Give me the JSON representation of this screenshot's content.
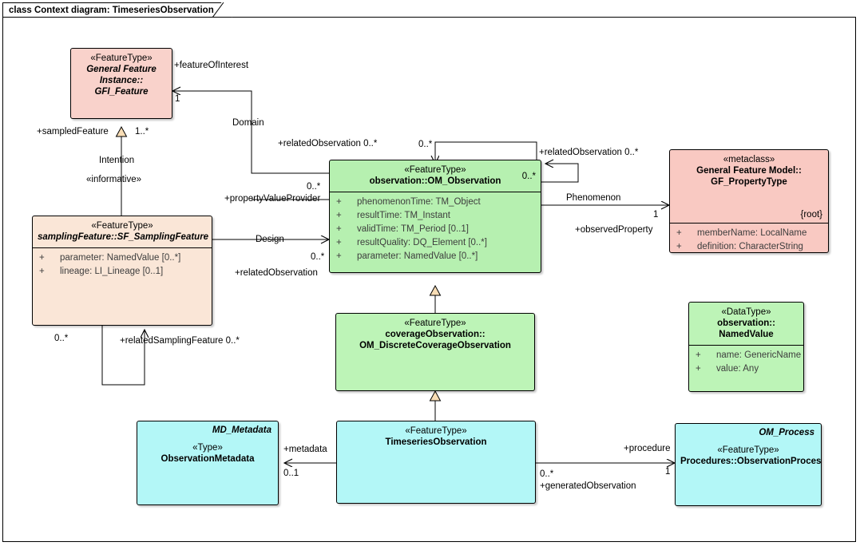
{
  "frame": {
    "title": "class Context diagram: TimeseriesObservation"
  },
  "classes": {
    "gfi_feature": {
      "stereotype": "«FeatureType»",
      "name_line1": "General Feature",
      "name_line2": "Instance::",
      "name_line3": "GFI_Feature"
    },
    "sampling_feature": {
      "stereotype": "«FeatureType»",
      "name": "samplingFeature::SF_SamplingFeature",
      "attributes": [
        {
          "visibility": "+",
          "text": "parameter: NamedValue [0..*]"
        },
        {
          "visibility": "+",
          "text": "lineage: LI_Lineage [0..1]"
        }
      ]
    },
    "om_observation": {
      "stereotype": "«FeatureType»",
      "name": "observation::OM_Observation",
      "corner_multiplicity": "0..*",
      "attributes": [
        {
          "visibility": "+",
          "text": "phenomenonTime: TM_Object"
        },
        {
          "visibility": "+",
          "text": "resultTime: TM_Instant"
        },
        {
          "visibility": "+",
          "text": "validTime: TM_Period [0..1]"
        },
        {
          "visibility": "+",
          "text": "resultQuality: DQ_Element [0..*]"
        },
        {
          "visibility": "+",
          "text": "parameter: NamedValue [0..*]"
        }
      ]
    },
    "gf_propertytype": {
      "stereotype": "«metaclass»",
      "name_line1": "General Feature Model::",
      "name_line2": "GF_PropertyType",
      "constraint": "{root}",
      "attributes": [
        {
          "visibility": "+",
          "text": "memberName: LocalName"
        },
        {
          "visibility": "+",
          "text": "definition: CharacterString"
        }
      ]
    },
    "discrete_coverage": {
      "stereotype": "«FeatureType»",
      "name_line1": "coverageObservation::",
      "name_line2": "OM_DiscreteCoverageObservation"
    },
    "named_value": {
      "stereotype": "«DataType»",
      "name_line1": "observation::",
      "name_line2": "NamedValue",
      "attributes": [
        {
          "visibility": "+",
          "text": "name: GenericName"
        },
        {
          "visibility": "+",
          "text": "value: Any"
        }
      ]
    },
    "observation_metadata": {
      "top_right": "MD_Metadata",
      "stereotype": "«Type»",
      "name": "ObservationMetadata"
    },
    "timeseries_observation": {
      "stereotype": "«FeatureType»",
      "name": "TimeseriesObservation"
    },
    "observation_process": {
      "top_right": "OM_Process",
      "stereotype": "«FeatureType»",
      "name": "Procedures::ObservationProcess"
    }
  },
  "edge_labels": {
    "feature_of_interest": "+featureOfInterest",
    "feature_of_interest_mult": "1",
    "sampled_feature": "+sampledFeature",
    "sampled_feature_mult": "1..*",
    "intention": "Intention",
    "intention_stereotype": "«informative»",
    "domain": "Domain",
    "related_observation_domain": "+relatedObservation 0..*",
    "self_loop_top_mult": "0..*",
    "related_observation_right": "+relatedObservation 0..*",
    "property_value_provider_mult": "0..*",
    "property_value_provider": "+propertyValueProvider",
    "design": "Design",
    "design_mult": "0..*",
    "related_observation_design": "+relatedObservation",
    "phenomenon": "Phenomenon",
    "phenomenon_mult": "1",
    "observed_property": "+observedProperty",
    "sampling_self_mult": "0..*",
    "related_sampling_feature": "+relatedSamplingFeature 0..*",
    "metadata": "+metadata",
    "metadata_mult": "0..1",
    "procedure": "+procedure",
    "procedure_mult": "1",
    "generated_observation_mult": "0..*",
    "generated_observation": "+generatedObservation"
  },
  "colors": {
    "pink": "#f9d2cb",
    "peach": "#fae6d7",
    "green": "#b6f0b0",
    "cyan": "#b3f7f7",
    "generalization_fill": "#f8ddb5",
    "line": "#000000"
  }
}
